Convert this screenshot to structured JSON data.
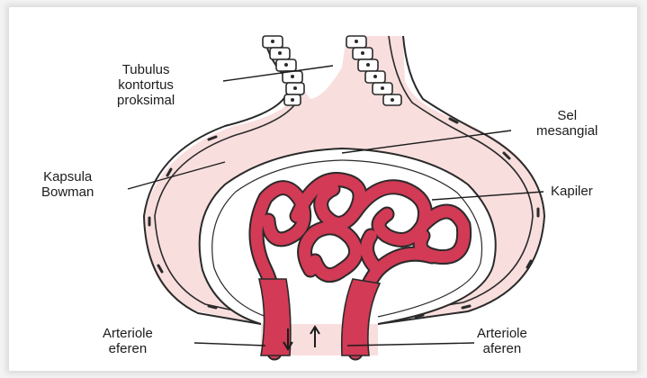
{
  "labels": {
    "tubulus": [
      "Tubulus",
      "kontortus",
      "proksimal"
    ],
    "sel_mesangial": [
      "Sel",
      "mesangial"
    ],
    "kapsula": [
      "Kapsula",
      "Bowman"
    ],
    "kapiler": "Kapiler",
    "arteriole_eferen": [
      "Arteriole",
      "eferen"
    ],
    "arteriole_aferen": [
      "Arteriole",
      "aferen"
    ]
  },
  "colors": {
    "capsule_fill": "#f9dede",
    "capillary": "#d23a55",
    "outline": "#2a2a2a"
  }
}
